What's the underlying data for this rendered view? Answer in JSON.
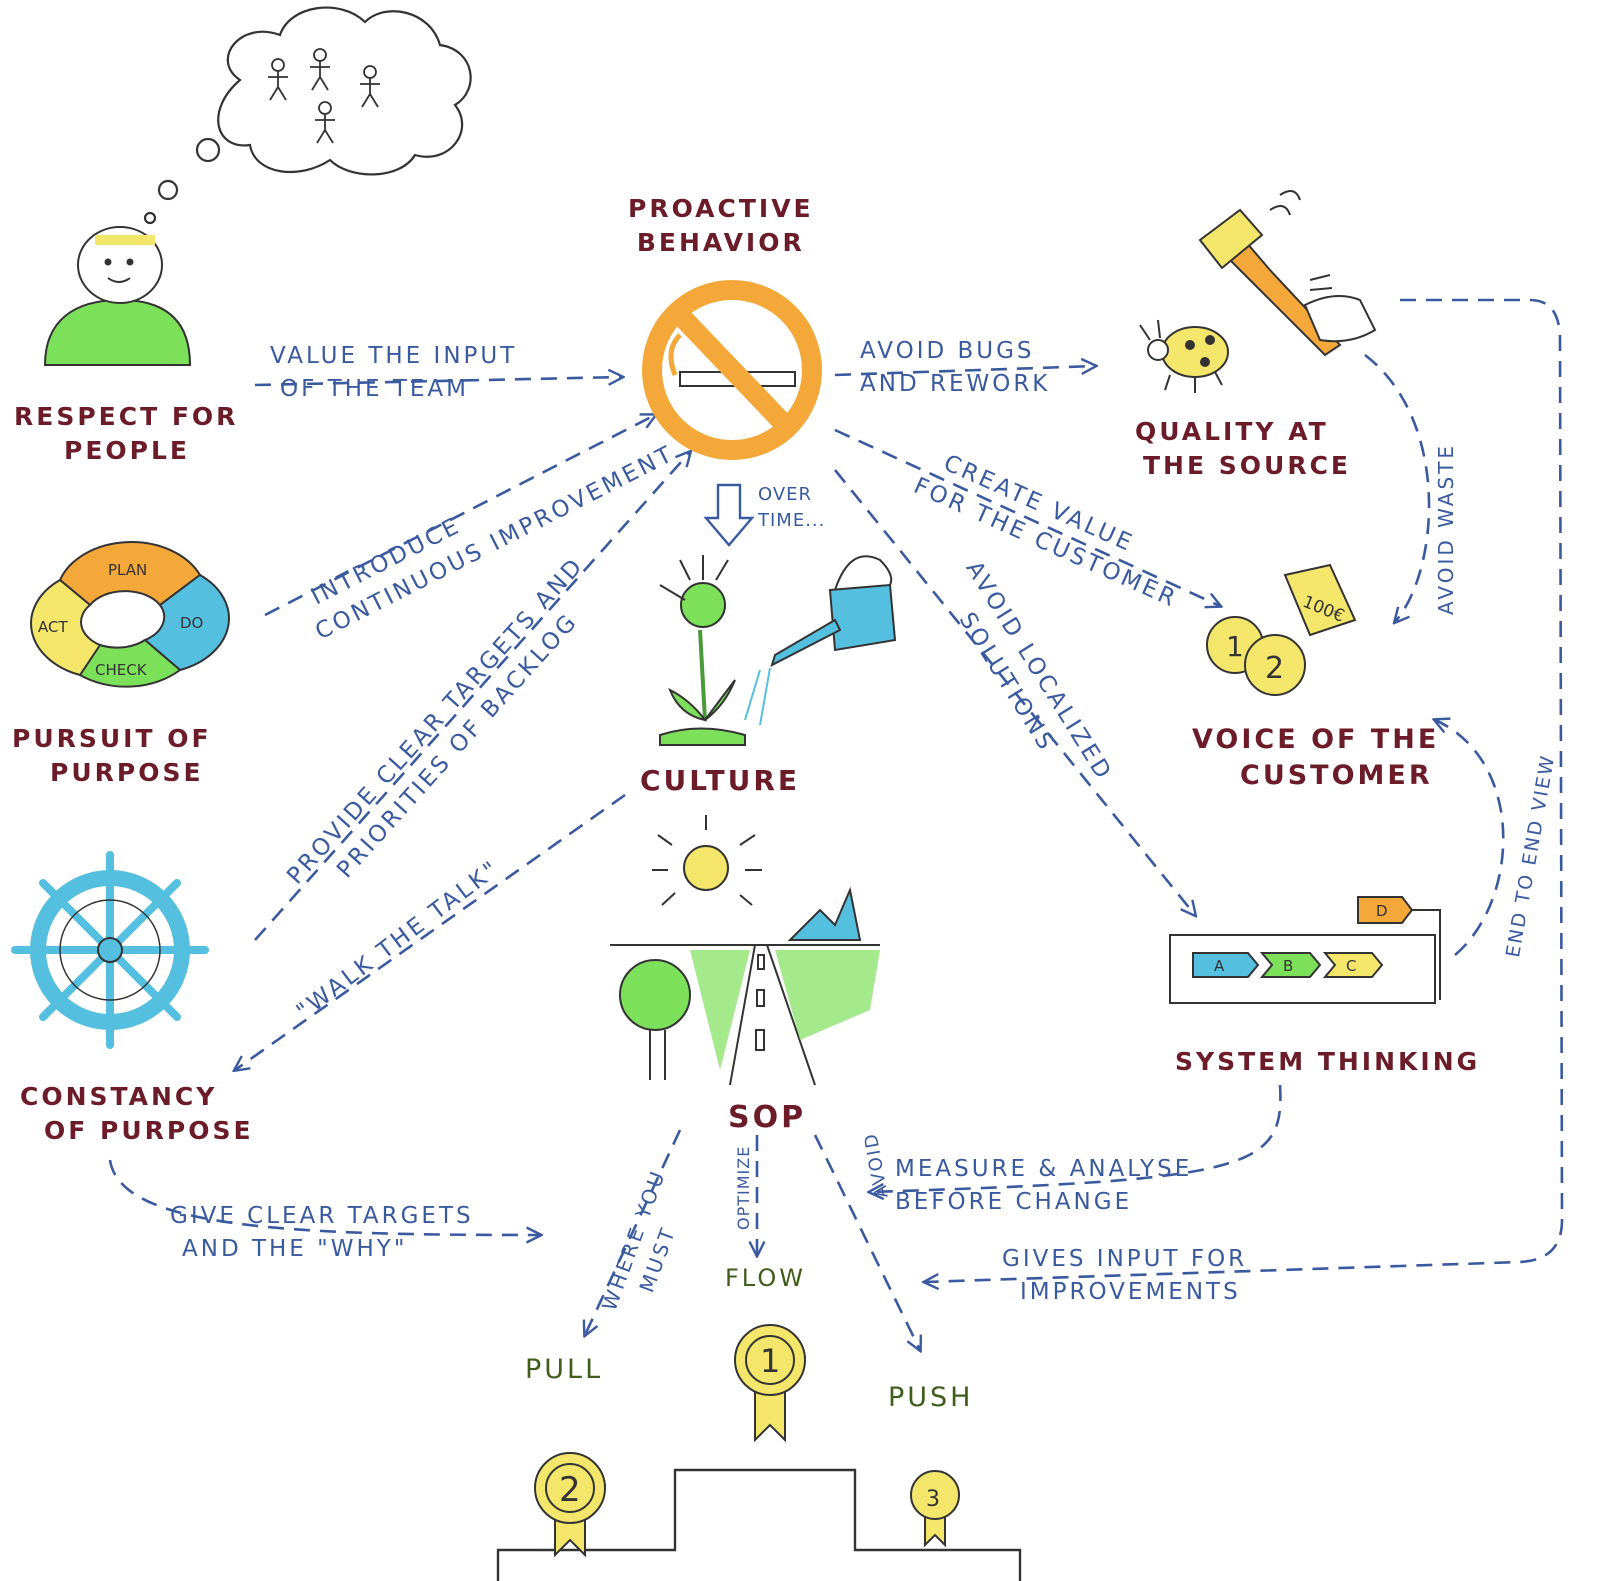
{
  "nodes": {
    "respect": [
      "RESPECT FOR",
      "PEOPLE"
    ],
    "proactive": [
      "PROACTIVE",
      "BEHAVIOR"
    ],
    "quality": [
      "QUALITY AT",
      "THE SOURCE"
    ],
    "pursuit": [
      "PURSUIT OF",
      "PURPOSE"
    ],
    "culture": "CULTURE",
    "voice": [
      "VOICE OF THE",
      "CUSTOMER"
    ],
    "constancy": [
      "CONSTANCY",
      "OF PURPOSE"
    ],
    "sop": "SOP",
    "system": "SYSTEM THINKING",
    "pull": "PULL",
    "flow": "FLOW",
    "push": "PUSH"
  },
  "edges": {
    "value_input": [
      "VALUE THE INPUT",
      "OF THE TEAM"
    ],
    "avoid_bugs": [
      "AVOID BUGS",
      "AND REWORK"
    ],
    "introduce_ci": [
      "INTRODUCE",
      "CONTINUOUS IMPROVEMENT"
    ],
    "over_time": [
      "OVER",
      "TIME..."
    ],
    "create_value": [
      "CREATE VALUE",
      "FOR THE CUSTOMER"
    ],
    "avoid_waste": "AVOID WASTE",
    "provide_targets": [
      "PROVIDE CLEAR TARGETS AND",
      "PRIORITIES OF BACKLOG"
    ],
    "avoid_localized": [
      "AVOID LOCALIZED",
      "SOLUTIONS"
    ],
    "walk_talk": "\"WALK THE TALK\"",
    "end_to_end": "END TO END VIEW",
    "measure": [
      "MEASURE & ANALYSE",
      "BEFORE CHANGE"
    ],
    "give_targets": [
      "GIVE CLEAR TARGETS",
      "AND THE \"WHY\""
    ],
    "where_must": [
      "WHERE YOU",
      "MUST"
    ],
    "optimize": "OPTIMIZE",
    "avoid": "AVOID",
    "gives_input": [
      "GIVES INPUT FOR",
      "IMPROVEMENTS"
    ]
  },
  "drawing_labels": {
    "pdca": [
      "PLAN",
      "DO",
      "CHECK",
      "ACT"
    ],
    "money": "100€",
    "coins": [
      "1",
      "2"
    ],
    "process": [
      "A",
      "B",
      "C",
      "D"
    ],
    "medals": [
      "1",
      "2",
      "3"
    ]
  },
  "colors": {
    "node_text": "#6b1c28",
    "edge_text": "#3a5aa0",
    "arrow": "#3a5aa0",
    "green": "#7de05a",
    "orange": "#f4a83a",
    "yellow": "#f3e66a",
    "light_blue": "#55bfe0",
    "ink": "#333333"
  }
}
